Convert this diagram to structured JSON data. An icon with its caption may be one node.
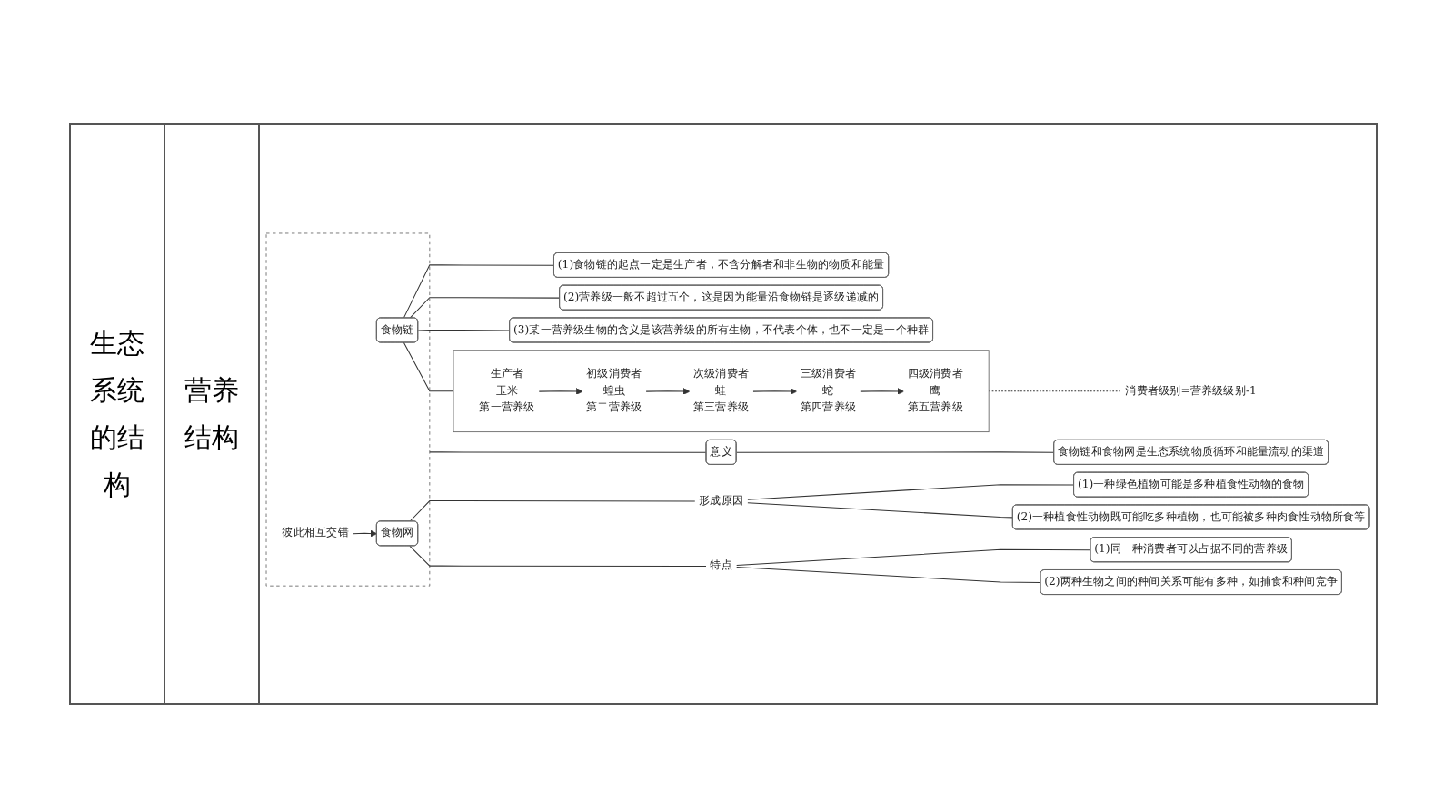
{
  "diagram": {
    "nodes": [
      {
        "text": [],
        "shape": "box"
      },
      {
        "text": [
          "食物链"
        ],
        "in": 0
      },
      {
        "text": [
          "彼此相互交错"
        ],
        "in": 0
      },
      {
        "text": [
          "食物网"
        ],
        "in": 0
      },
      {
        "text": [],
        "shape": "box"
      },
      {
        "text": [
          "生产者",
          "玉米",
          "第一营养级"
        ],
        "in": 4
      },
      {
        "text": [
          "初级消费者",
          "蝗虫",
          "第二营养级"
        ],
        "in": 4
      },
      {
        "text": [
          "次级消费者",
          "蛙",
          "第三营养级"
        ],
        "in": 4
      },
      {
        "text": [
          "三级消费者",
          "蛇",
          "第四营养级"
        ],
        "in": 4
      },
      {
        "text": [
          "四级消费者",
          "鹰",
          "第五营养级"
        ],
        "in": 4
      },
      {
        "text": [
          "消费者级别=营养级级别-1"
        ]
      },
      {
        "text": [
          "(1)食物链的起点一定是生产者，不含分解者和非生物的物质和能量"
        ]
      },
      {
        "text": [
          "(2)营养级一般不超过五个，这是因为能量沿食物链是逐级递减的"
        ]
      },
      {
        "text": [
          "(3)某一营养级生物的含义是该营养级的所有生物，不代表个体，也不一定是一个种群"
        ]
      },
      {
        "text": [
          "形成原因"
        ]
      },
      {
        "text": [
          "(1)一种绿色植物可能是多种植食性动物的食物"
        ]
      },
      {
        "text": [
          "(2)一种植食性动物既可能吃多种植物，也可能被多种肉食性动物所食等"
        ]
      },
      {
        "text": [
          "特点"
        ]
      },
      {
        "text": [
          "(1)同一种消费者可以占据不同的营养级"
        ]
      },
      {
        "text": [
          "(2)两种生物之间的种间关系可能有多种，如捕食和种间竞争"
        ]
      },
      {
        "text": [
          "意义"
        ]
      },
      {
        "text": [
          "食物链和食物网是生态系统物质循环和能量流动的渠道"
        ]
      }
    ],
    "edges": [
      {
        "from": 1,
        "to": 4,
        "arrow": "none"
      },
      {
        "from": 5,
        "to": 6,
        "arrow": "to"
      },
      {
        "from": 6,
        "to": 7,
        "arrow": "to"
      },
      {
        "from": 7,
        "to": 8,
        "arrow": "to"
      },
      {
        "from": 8,
        "to": 9,
        "arrow": "to"
      },
      {
        "from": 4,
        "to": 10,
        "arrow": "none",
        "style": "dashed"
      },
      {
        "from": 1,
        "to": 11,
        "arrow": "none"
      },
      {
        "from": 1,
        "to": 12,
        "arrow": "none"
      },
      {
        "from": 1,
        "to": 13,
        "arrow": "none"
      },
      {
        "from": 2,
        "to": 3,
        "arrow": "to"
      },
      {
        "from": 3,
        "to": 14,
        "arrow": "none"
      },
      {
        "from": 14,
        "to": 15,
        "arrow": "none"
      },
      {
        "from": 14,
        "to": 16,
        "arrow": "none"
      },
      {
        "from": 3,
        "to": 17,
        "arrow": "none"
      },
      {
        "from": 17,
        "to": 18,
        "arrow": "none"
      },
      {
        "from": 17,
        "to": 19,
        "arrow": "none"
      },
      {
        "from": 0,
        "to": 20,
        "arrow": "none"
      },
      {
        "from": 20,
        "to": 21,
        "arrow": "none"
      }
    ],
    "labels": [
      "生态系统的结构",
      "营养结构"
    ]
  }
}
